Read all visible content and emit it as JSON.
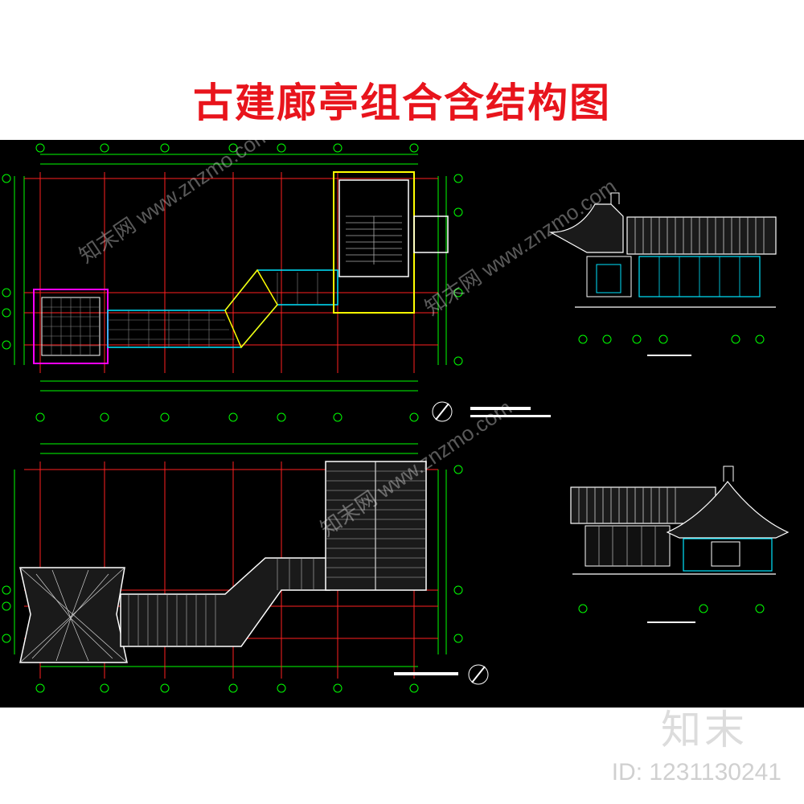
{
  "title": "古建廊亭组合含结构图",
  "watermark": "知末网 www.znzmo.com",
  "logo": "知末",
  "id_label": "ID: 1231130241",
  "colors": {
    "background": "#000000",
    "title": "#e8141c",
    "axis": "#ff2020",
    "wall": "#ffffff",
    "dimension": "#00ff00",
    "outline": "#00e5ff",
    "highlight": "#ffff00",
    "accent": "#ff00ff"
  }
}
